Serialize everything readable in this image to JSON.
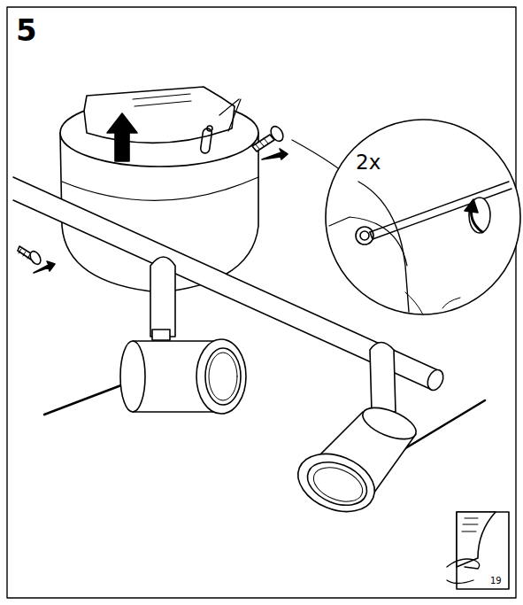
{
  "diagram": {
    "labels": [
      "5",
      "2x",
      "19"
    ]
  }
}
